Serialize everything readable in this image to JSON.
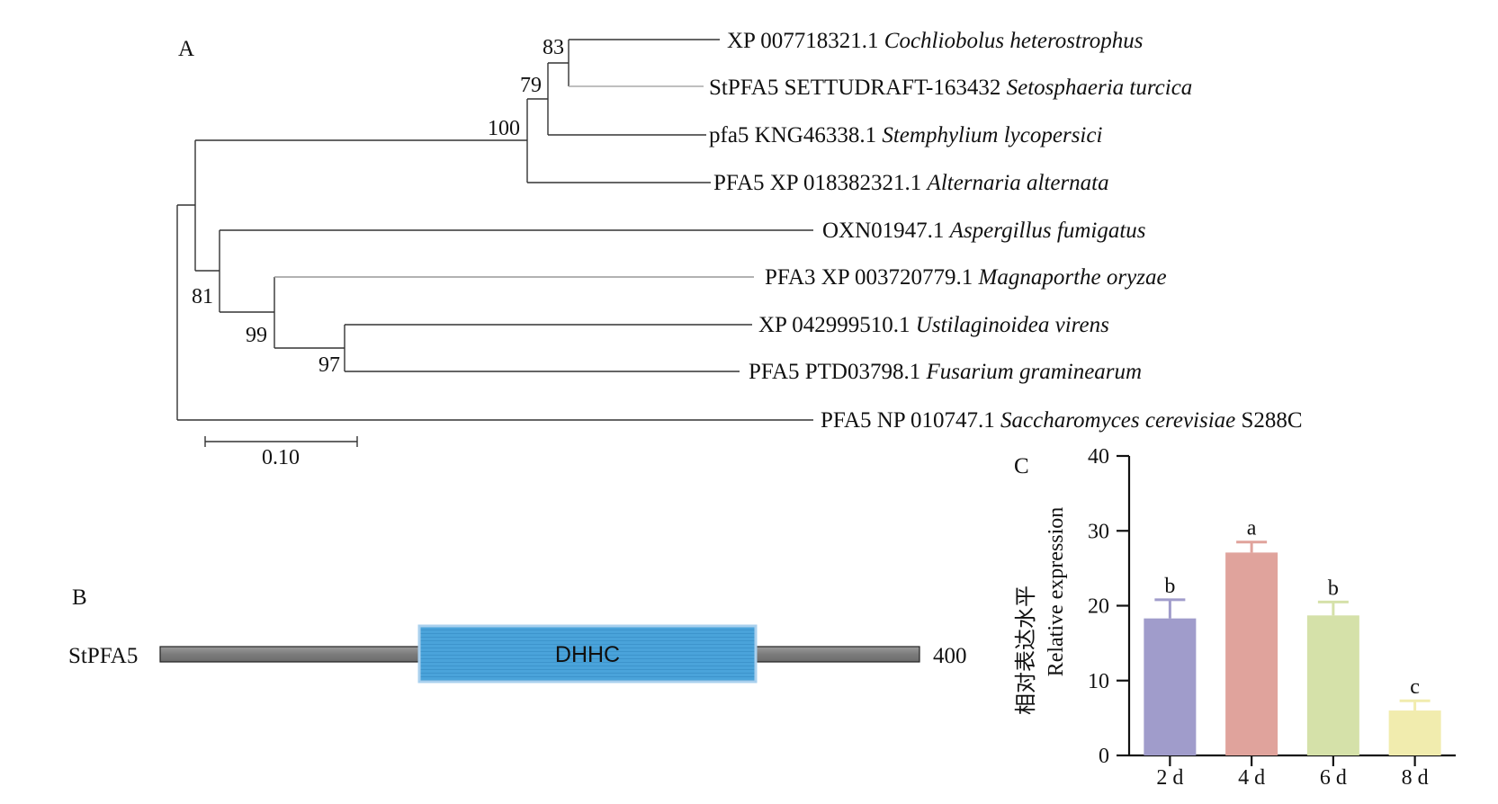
{
  "panels": {
    "a": "A",
    "b": "B",
    "c": "C"
  },
  "tree": {
    "taxa": [
      {
        "acc": "XP 007718321.1 ",
        "species": "Cochliobolus heterostrophus",
        "suffix": ""
      },
      {
        "acc": "StPFA5 SETTUDRAFT-163432 ",
        "species": "Setosphaeria turcica",
        "suffix": ""
      },
      {
        "acc": "pfa5 KNG46338.1 ",
        "species": "Stemphylium lycopersici",
        "suffix": ""
      },
      {
        "acc": "PFA5 XP 018382321.1 ",
        "species": "Alternaria alternata",
        "suffix": ""
      },
      {
        "acc": "OXN01947.1 ",
        "species": "Aspergillus fumigatus",
        "suffix": ""
      },
      {
        "acc": "PFA3 XP 003720779.1 ",
        "species": "Magnaporthe oryzae",
        "suffix": ""
      },
      {
        "acc": "XP 042999510.1 ",
        "species": "Ustilaginoidea virens",
        "suffix": ""
      },
      {
        "acc": "PFA5 PTD03798.1 ",
        "species": "Fusarium graminearum",
        "suffix": ""
      },
      {
        "acc": "PFA5 NP 010747.1 ",
        "species": "Saccharomyces cerevisiae",
        "suffix": " S288C"
      }
    ],
    "bootstrap": [
      "83",
      "79",
      "100",
      "81",
      "99",
      "97"
    ],
    "scale_bar": "0.10"
  },
  "protein": {
    "name": "StPFA5",
    "domain": "DHHC",
    "length": "400"
  },
  "chart_data": {
    "type": "bar",
    "categories": [
      "2 d",
      "4 d",
      "6 d",
      "8 d"
    ],
    "values": [
      18.3,
      27.1,
      18.7,
      6.0
    ],
    "errors": [
      2.5,
      1.4,
      1.8,
      1.3
    ],
    "significance": [
      "b",
      "a",
      "b",
      "c"
    ],
    "colors": [
      "#a09ccb",
      "#e0a39c",
      "#d5e1a9",
      "#f1ecae"
    ],
    "ylabel_cn": "相对表达水平",
    "ylabel_en": "Relative expression",
    "ylim": [
      0,
      40
    ],
    "yticks": [
      "0",
      "10",
      "20",
      "30",
      "40"
    ]
  }
}
